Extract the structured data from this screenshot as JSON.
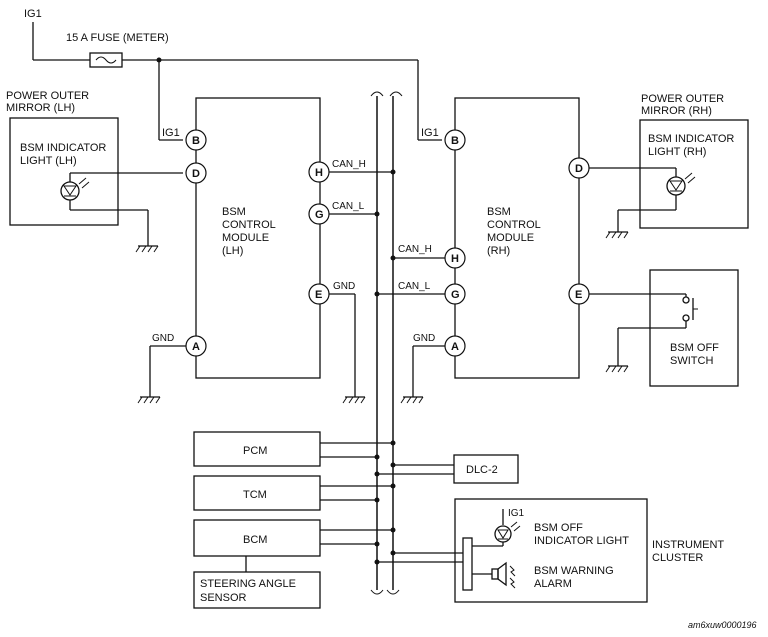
{
  "labels": {
    "ig1_top": "IG1",
    "fuse": "15 A FUSE (METER)",
    "ig1_lh": "IG1",
    "ig1_rh": "IG1",
    "ig1_cluster": "IG1",
    "power_mirror_lh": [
      "POWER OUTER",
      "MIRROR (LH)"
    ],
    "power_mirror_rh": [
      "POWER OUTER",
      "MIRROR (RH)"
    ],
    "bsm_light_lh": [
      "BSM INDICATOR",
      "LIGHT (LH)"
    ],
    "bsm_light_rh": [
      "BSM INDICATOR",
      "LIGHT (RH)"
    ],
    "module_lh": [
      "BSM",
      "CONTROL",
      "MODULE",
      "(LH)"
    ],
    "module_rh": [
      "BSM",
      "CONTROL",
      "MODULE",
      "(RH)"
    ],
    "can_h": "CAN_H",
    "can_l": "CAN_L",
    "gnd": "GND",
    "pcm": "PCM",
    "tcm": "TCM",
    "bcm": "BCM",
    "dlc2": "DLC-2",
    "steering": [
      "STEERING ANGLE",
      "SENSOR"
    ],
    "off_switch": [
      "BSM OFF",
      "SWITCH"
    ],
    "off_indicator": [
      "BSM OFF",
      "INDICATOR LIGHT"
    ],
    "warning_alarm": [
      "BSM WARNING",
      "ALARM"
    ],
    "instrument_cluster": [
      "INSTRUMENT",
      "CLUSTER"
    ],
    "figure_code": "am6xuw0000196"
  },
  "pins": {
    "lh_B": "B",
    "lh_D": "D",
    "lh_H": "H",
    "lh_G": "G",
    "lh_E": "E",
    "lh_A": "A",
    "rh_B": "B",
    "rh_D": "D",
    "rh_H": "H",
    "rh_G": "G",
    "rh_E": "E",
    "rh_A": "A"
  }
}
